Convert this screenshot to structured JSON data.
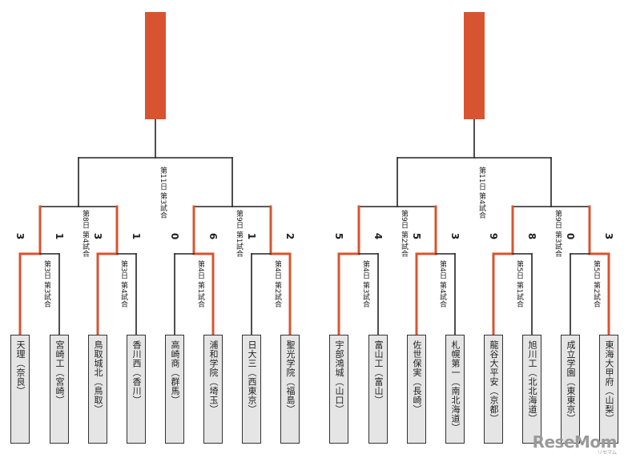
{
  "left_bracket": {
    "final_label": "第11日 第3試合",
    "semis": [
      {
        "label": "第8日 第4試合"
      },
      {
        "label": "第9日 第1試合"
      }
    ],
    "firsts": [
      {
        "label": "第3日 第3試合",
        "scores": [
          "3",
          "1"
        ],
        "winner": 0
      },
      {
        "label": "第3日 第4試合",
        "scores": [
          "3",
          "1"
        ],
        "winner": 0
      },
      {
        "label": "第4日 第1試合",
        "scores": [
          "0",
          "6"
        ],
        "winner": 1
      },
      {
        "label": "第4日 第2試合",
        "scores": [
          "1",
          "2"
        ],
        "winner": 1
      }
    ],
    "teams": [
      "天理（奈良）",
      "宮崎工（宮崎）",
      "鳥取城北（鳥取）",
      "香川西（香川）",
      "高崎商（群馬）",
      "浦和学院（埼玉）",
      "日大三（西東京）",
      "聖光学院（福島）"
    ]
  },
  "right_bracket": {
    "final_label": "第11日 第4試合",
    "semis": [
      {
        "label": "第9日 第2試合"
      },
      {
        "label": "第9日 第3試合"
      }
    ],
    "firsts": [
      {
        "label": "第4日 第3試合",
        "scores": [
          "5",
          "4"
        ],
        "winner": 0
      },
      {
        "label": "第4日 第4試合",
        "scores": [
          "5",
          "3"
        ],
        "winner": 0
      },
      {
        "label": "第5日 第1試合",
        "scores": [
          "9",
          "8"
        ],
        "winner": 0
      },
      {
        "label": "第5日 第2試合",
        "scores": [
          "0",
          "3"
        ],
        "winner": 1
      }
    ],
    "teams": [
      "宇部鴻城（山口）",
      "富山工（富山）",
      "佐世保実（長崎）",
      "札幌第一（南北海道）",
      "龍谷大平安（京都）",
      "旭川工（北北海道）",
      "成立学園（東東京）",
      "東海大甲府（山梨）"
    ]
  },
  "colors": {
    "winner_line": "#d85430",
    "line": "#222222",
    "box_fill": "#e5e5e5"
  },
  "watermark": {
    "logo": "ReseMom",
    "sub": "リセマム"
  }
}
